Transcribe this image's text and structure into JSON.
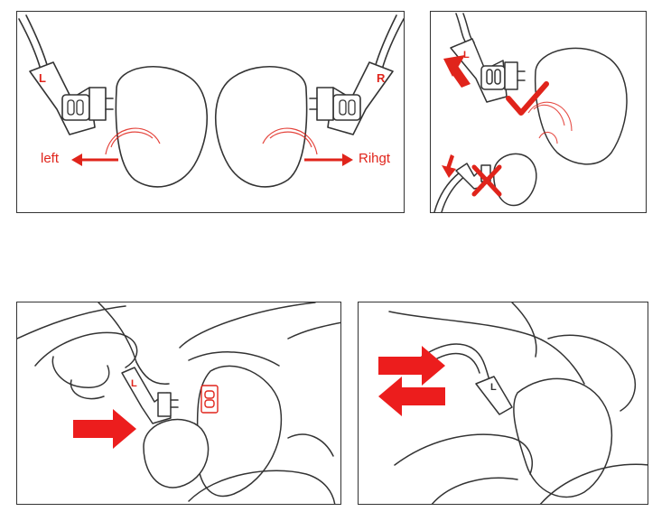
{
  "labels": {
    "left": "left",
    "right": "Rihgt",
    "plug_left": "L",
    "plug_right": "R"
  },
  "colors": {
    "line": "#333333",
    "accent": "#e0241b",
    "accent_light": "#f2b8b4"
  },
  "icons": {
    "correct": "check-icon",
    "wrong": "cross-icon"
  }
}
